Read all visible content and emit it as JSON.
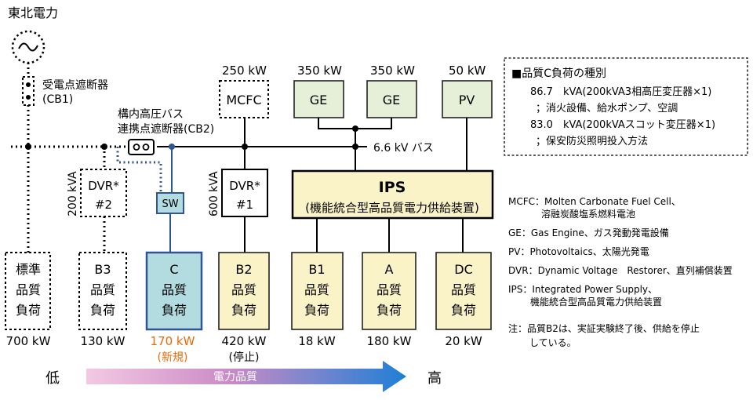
{
  "source": {
    "label": "東北電力",
    "cb_label": "受電点遮断器",
    "cb_code": "(CB1)"
  },
  "bus": {
    "label_line1": "構内高圧バス",
    "label_line2": "連携点遮断器(CB2)",
    "voltage": "6.6 kV バス"
  },
  "generators": [
    {
      "name": "MCFC",
      "power": "250 kW"
    },
    {
      "name": "GE",
      "power": "350 kW"
    },
    {
      "name": "GE",
      "power": "350 kW"
    },
    {
      "name": "PV",
      "power": "50 kW"
    }
  ],
  "dvr2": {
    "label1": "DVR*",
    "label2": "#2",
    "rating": "200 kVA"
  },
  "dvr1": {
    "label1": "DVR*",
    "label2": "#1",
    "rating": "600 kVA"
  },
  "switch": {
    "label": "SW"
  },
  "ips": {
    "title": "IPS",
    "subtitle": "(機能統合型高品質電力供給装置)"
  },
  "loads": [
    {
      "l1": "標準",
      "l2": "品質",
      "l3": "負荷",
      "kw": "700 kW",
      "note": ""
    },
    {
      "l1": "B3",
      "l2": "品質",
      "l3": "負荷",
      "kw": "130 kW",
      "note": ""
    },
    {
      "l1": "C",
      "l2": "品質",
      "l3": "負荷",
      "kw": "170 kW",
      "note": "(新規)"
    },
    {
      "l1": "B2",
      "l2": "品質",
      "l3": "負荷",
      "kw": "420 kW",
      "note": "(停止)"
    },
    {
      "l1": "B1",
      "l2": "品質",
      "l3": "負荷",
      "kw": "18 kW",
      "note": ""
    },
    {
      "l1": "A",
      "l2": "品質",
      "l3": "負荷",
      "kw": "180 kW",
      "note": ""
    },
    {
      "l1": "DC",
      "l2": "品質",
      "l3": "負荷",
      "kw": "20 kW",
      "note": ""
    }
  ],
  "quality_axis": {
    "low": "低",
    "label": "電力品質",
    "high": "高"
  },
  "info_box": {
    "title": "■品質C負荷の種別",
    "lines": [
      "86.7　kVA(200kVA3相高圧変圧器×1)",
      "；消火設備、給水ポンプ、空調",
      "83.0　kVA(200kVAスコット変圧器×1)",
      "；保安防災照明投入方法"
    ]
  },
  "legend": [
    "MCFC：Molten Carbonate Fuel Cell、",
    "溶融炭酸塩系燃料電池",
    "GE：Gas Engine、ガス発動発電設備",
    "PV：Photovoltaics、太陽光発電",
    "DVR：Dynamic Voltage　Restorer、直列補償装置",
    "IPS：Integrated Power Supply、",
    "機能統合型高品質電力供給装置",
    "注：品質B2は、実証実験終了後、供給を停止",
    "している。"
  ],
  "colors": {
    "yellow": "#FBF3C8",
    "green": "#E6F0D8",
    "cyan": "#B2DCE0",
    "blue": "#2F5597",
    "orange": "#E46C0A"
  }
}
